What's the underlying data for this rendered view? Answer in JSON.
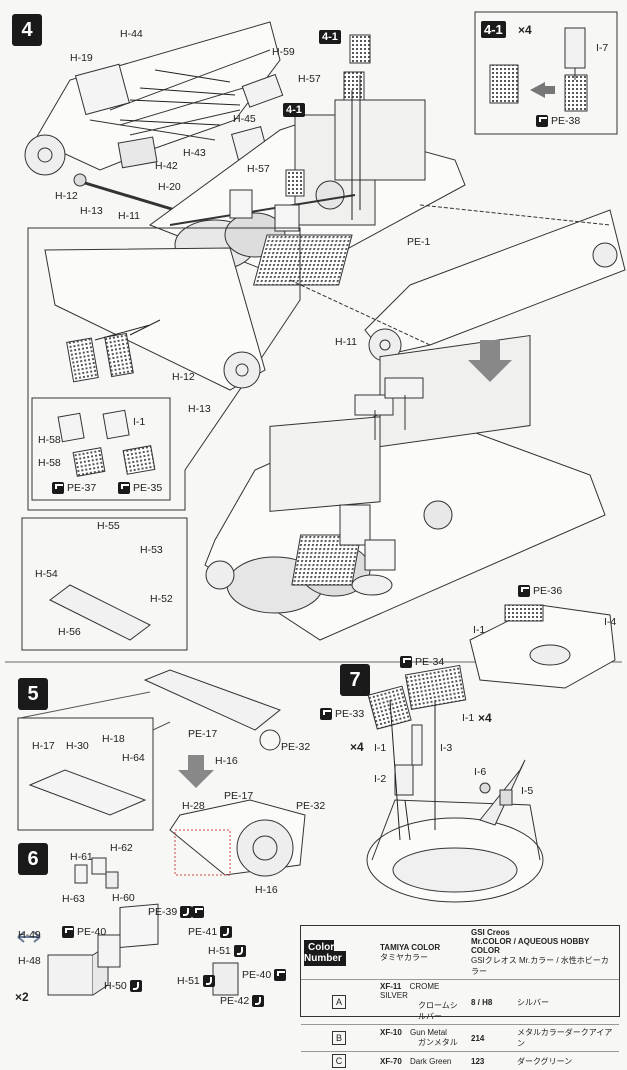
{
  "steps": {
    "s4": "4",
    "s5": "5",
    "s6": "6",
    "s7": "7"
  },
  "step4": {
    "labels": {
      "h44": "H-44",
      "h19": "H-19",
      "h59": "H-59",
      "h57a": "H-57",
      "h45": "H-45",
      "h42": "H-42",
      "h43": "H-43",
      "h57b": "H-57",
      "h12a": "H-12",
      "h20": "H-20",
      "h13a": "H-13",
      "h11a": "H-11",
      "pe1": "PE-1",
      "h11b": "H-11",
      "h12b": "H-12",
      "h13b": "H-13",
      "h58a": "H-58",
      "h58b": "H-58",
      "i1a": "I-1",
      "pe37": "PE-37",
      "pe35": "PE-35",
      "h55": "H-55",
      "h53": "H-53",
      "h54": "H-54",
      "h52": "H-52",
      "h56": "H-56"
    },
    "badges": {
      "b41a": "4-1",
      "b41b": "4-1"
    },
    "inset": {
      "badge": "4-1",
      "times": "×4",
      "i7": "I-7",
      "pe38": "PE-38"
    }
  },
  "step5": {
    "labels": {
      "pe17a": "PE-17",
      "pe32a": "PE-32",
      "h16a": "H-16",
      "h17": "H-17",
      "h30": "H-30",
      "h18": "H-18",
      "h64": "H-64",
      "h28": "H-28",
      "pe17b": "PE-17",
      "pe32b": "PE-32",
      "h16b": "H-16"
    }
  },
  "step6": {
    "labels": {
      "h61": "H-61",
      "h62": "H-62",
      "h63": "H-63",
      "h60": "H-60",
      "pe39": "PE-39",
      "pe40a": "PE-40",
      "pe41": "PE-41",
      "h49": "H-49",
      "h48": "H-48",
      "h51a": "H-51",
      "h51b": "H-51",
      "pe40b": "PE-40",
      "h50": "H-50",
      "pe42": "PE-42",
      "x2": "×2"
    }
  },
  "step7": {
    "labels": {
      "pe36": "PE-36",
      "i1b": "I-1",
      "i4": "I-4",
      "pe34": "PE-34",
      "pe33": "PE-33",
      "x4a": "×4",
      "i1c": "I-1",
      "i1d": "I-1",
      "x4b": "×4",
      "i3": "I-3",
      "i2": "I-2",
      "i6": "I-6",
      "i5": "I-5"
    }
  },
  "paint_table": {
    "header": {
      "color_number": "Color Number",
      "tamiya": "TAMIYA COLOR",
      "tamiya_jp": "タミヤカラー",
      "gsi": "GSI Creos",
      "gsi_line2": "Mr.COLOR / AQUEOUS HOBBY COLOR",
      "gsi_jp": "GSIクレオス Mr.カラー / 水性ホビーカラー"
    },
    "rows": [
      {
        "letter": "A",
        "tamiya": "XF-11",
        "name": "CROME SILVER",
        "name_jp": "クロームシルバー",
        "gsi": "8 / H8",
        "jp": "シルバー"
      },
      {
        "letter": "B",
        "tamiya": "XF-10",
        "name": "Gun Metal",
        "name_jp": "ガンメタル",
        "gsi": "214",
        "jp": "メタルカラーダークアイアン"
      },
      {
        "letter": "C",
        "tamiya": "XF-70",
        "name": "Dark Green",
        "name_jp": "",
        "gsi": "123",
        "jp": "ダークグリーン"
      }
    ]
  }
}
